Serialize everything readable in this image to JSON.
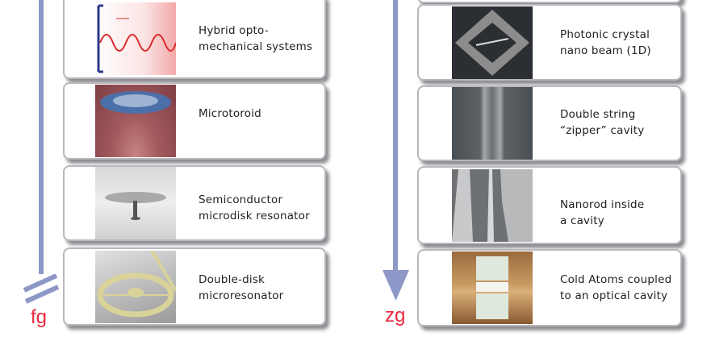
{
  "left_column": {
    "axis_label": "fg",
    "items": [
      {
        "line1": "Hybrid opto-",
        "line2": "mechanical systems",
        "image": "hybrid-system-diagram"
      },
      {
        "line1": "Microtoroid",
        "line2": "",
        "image": "microtoroid-micrograph"
      },
      {
        "line1": "Semiconductor",
        "line2": "microdisk resonator",
        "image": "microdisk-micrograph"
      },
      {
        "line1": "Double-disk",
        "line2": "microresonator",
        "image": "double-disk-micrograph"
      }
    ]
  },
  "right_column": {
    "axis_label": "zg",
    "items": [
      {
        "line1": "Photonic crystal",
        "line2": "nano beam (1D)",
        "image": "photonic-crystal-micrograph"
      },
      {
        "line1": "Double string",
        "line2": "“zipper” cavity",
        "image": "zipper-cavity-micrograph"
      },
      {
        "line1": "Nanorod inside",
        "line2": "a cavity",
        "image": "nanorod-micrograph"
      },
      {
        "line1": "Cold Atoms coupled",
        "line2": "to an optical cavity",
        "image": "cold-atoms-photo"
      }
    ]
  },
  "colors": {
    "axis": "#8d98c8",
    "label": "#e8283c"
  }
}
